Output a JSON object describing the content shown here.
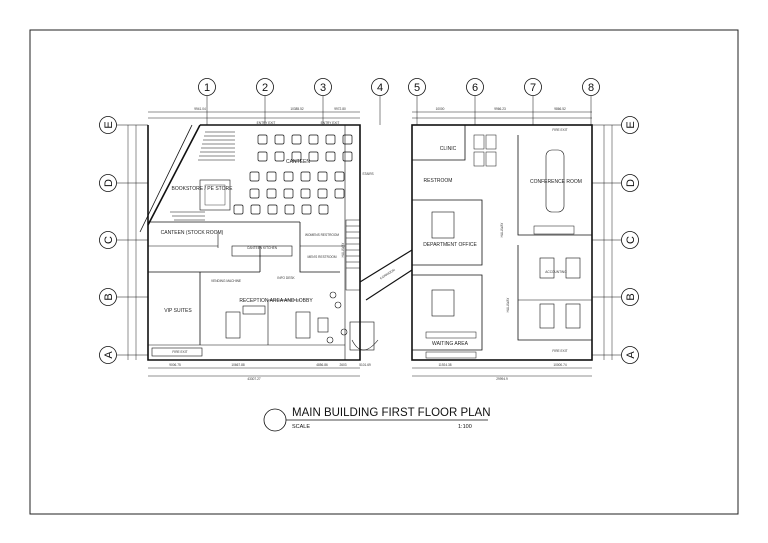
{
  "plan": {
    "title": "MAIN BUILDING FIRST FLOOR PLAN",
    "scale_label": "SCALE",
    "scale_value": "1:100"
  },
  "grid": {
    "columns": [
      "1",
      "2",
      "3",
      "4",
      "5",
      "6",
      "7",
      "8"
    ],
    "rows": [
      "E",
      "D",
      "C",
      "B",
      "A"
    ]
  },
  "rooms": {
    "canteen": "CANTEEN",
    "bookstore": "BOOKSTORE / PE STORE",
    "canteen_stock": "CANTEEN (STOCK ROOM)",
    "kitchen": "CANTEEN KITCHEN",
    "womens": "WOMENS RESTROOM",
    "mens": "MEN'S RESTROOM",
    "info_desk": "INFO DESK",
    "vending": "VENDING MACHINE",
    "reception": "RECEPTION AREA AND LOBBY",
    "vip": "VIP SUITES",
    "stairs": "STAIRS",
    "hallway": "HALLWAY",
    "corridor": "CORRIDOR",
    "clinic": "CLINIC",
    "restroom": "RESTROOM",
    "department": "DEPARTMENT OFFICE",
    "conference": "CONFERENCE ROOM",
    "accounting": "ACCOUNTING",
    "waiting": "WAITING AREA",
    "fire_exit": "FIRE EXIT",
    "entry": "ENTRY EXIT"
  },
  "dimensions": {
    "top_left": [
      "9941.04",
      "10385.52",
      "9972.80"
    ],
    "top_right": [
      "10000",
      "9966.23",
      "9866.52"
    ],
    "bottom_left": [
      "9006.75",
      "10667.88",
      "4856.86",
      "2603",
      "5101.69"
    ],
    "bottom_right": [
      "11924.38",
      "10000.74"
    ],
    "total_left": "43307.27",
    "total_right": "29994.9"
  }
}
